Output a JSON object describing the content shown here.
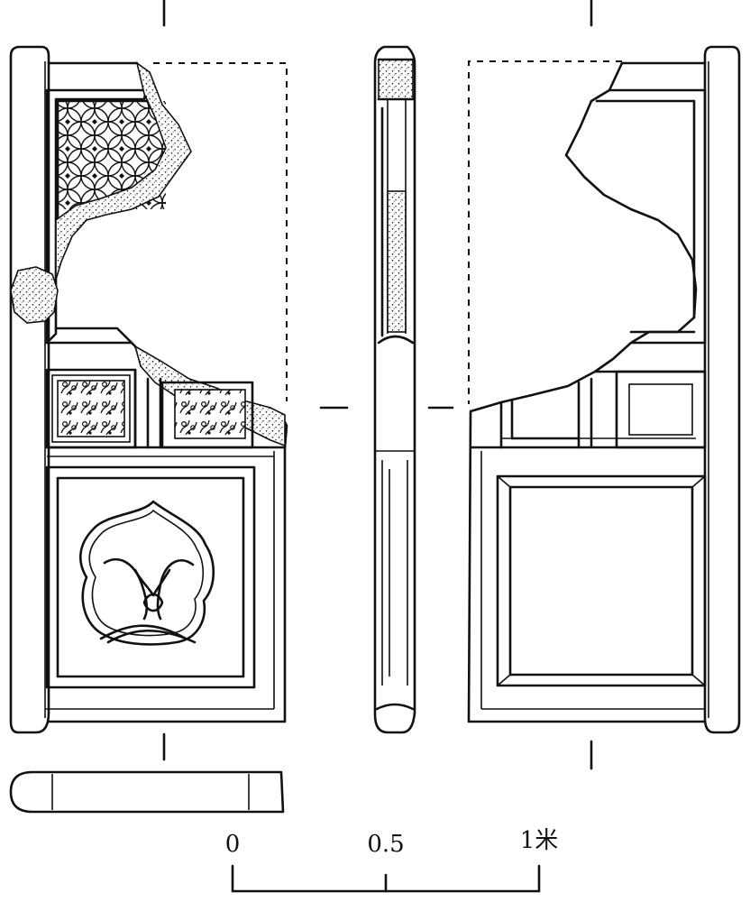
{
  "scale_bar": {
    "labels": [
      "0",
      "0.5",
      "1米"
    ]
  },
  "colors": {
    "ink": "#111111",
    "paper": "#ffffff"
  }
}
